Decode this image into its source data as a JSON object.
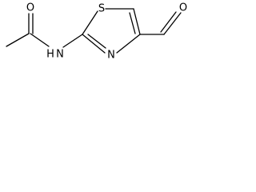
{
  "molecule": {
    "atoms": {
      "acetyl_oxygen": "O",
      "amide_nitrogen": "N",
      "amide_hydrogen": "H",
      "ring_sulfur": "S",
      "ring_nitrogen": "N",
      "aldehyde_oxygen": "O"
    }
  }
}
